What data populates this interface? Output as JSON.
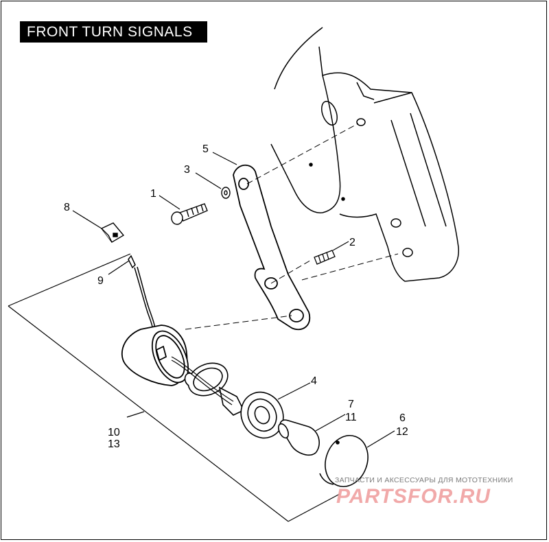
{
  "title": "FRONT TURN SIGNALS",
  "callouts": [
    {
      "id": "c1",
      "text": "1"
    },
    {
      "id": "c2",
      "text": "2"
    },
    {
      "id": "c3",
      "text": "3"
    },
    {
      "id": "c4",
      "text": "4"
    },
    {
      "id": "c5",
      "text": "5"
    },
    {
      "id": "c6",
      "text": "6"
    },
    {
      "id": "c7",
      "text": "7"
    },
    {
      "id": "c8",
      "text": "8"
    },
    {
      "id": "c9",
      "text": "9"
    },
    {
      "id": "c10",
      "text": "10"
    },
    {
      "id": "c11",
      "text": "11"
    },
    {
      "id": "c12",
      "text": "12"
    },
    {
      "id": "c13",
      "text": "13"
    }
  ],
  "watermark": {
    "tagline": "ЗАПЧАСТИ И АКСЕССУАРЫ ДЛЯ МОТОТЕХНИКИ",
    "logo": "PARTSFOR.RU",
    "color": "#f0a0a0"
  }
}
